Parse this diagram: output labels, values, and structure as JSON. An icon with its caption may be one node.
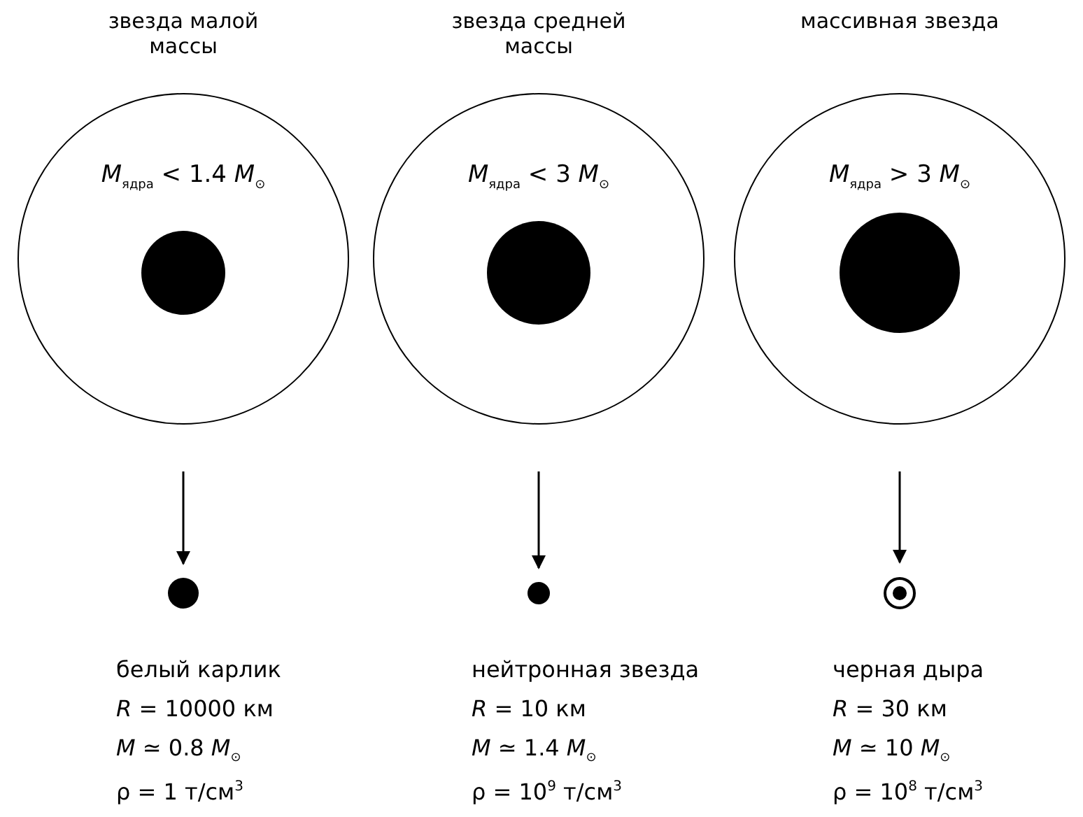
{
  "diagram": {
    "nodes": [
      {
        "text": [
          "звезда малой массы",
          "*M*$_{ядра}$ < 1.4 *M*$_{⊙}$"
        ]
      },
      {
        "text": [
          "звезда средней массы",
          "*M*$_{ядра}$ < 3 *M*$_{⊙}$"
        ]
      },
      {
        "text": [
          "массивная звезда",
          "*M*$_{ядра}$ > 3 *M*$_{⊙}$"
        ]
      },
      {
        "text": [],
        "shape": "circle",
        "beside": [
          "белый карлик",
          "*R* = 10000 км",
          "*M* ≃ 0.8 *M*$_{⊙}$",
          "ρ = 1 т/см$^{3}$"
        ]
      },
      {
        "text": [],
        "shape": "circle",
        "beside": [
          "нейтронная звезда",
          "*R* = 10 км",
          "*M* ≃ 1.4 *M*$_{⊙}$",
          "ρ = 10$^{9}$ т/см$^{3}$"
        ]
      },
      {
        "text": [],
        "shape": "circle",
        "beside": [
          "черная дыра",
          "*R* = 30 км",
          "*M* ≃ 10 *M*$_{⊙}$",
          "ρ = 10$^{8}$ т/см$^{3}$"
        ]
      },
      {
        "text": [],
        "shape": "circle",
        "in": 0
      },
      {
        "text": [],
        "shape": "circle",
        "in": 1
      },
      {
        "text": [],
        "shape": "circle",
        "in": 2
      }
    ],
    "edges": [
      {
        "from": 0,
        "to": 3,
        "arrow": "to"
      },
      {
        "from": 1,
        "to": 4,
        "arrow": "to"
      },
      {
        "from": 2,
        "to": 5,
        "arrow": "to"
      }
    ]
  }
}
